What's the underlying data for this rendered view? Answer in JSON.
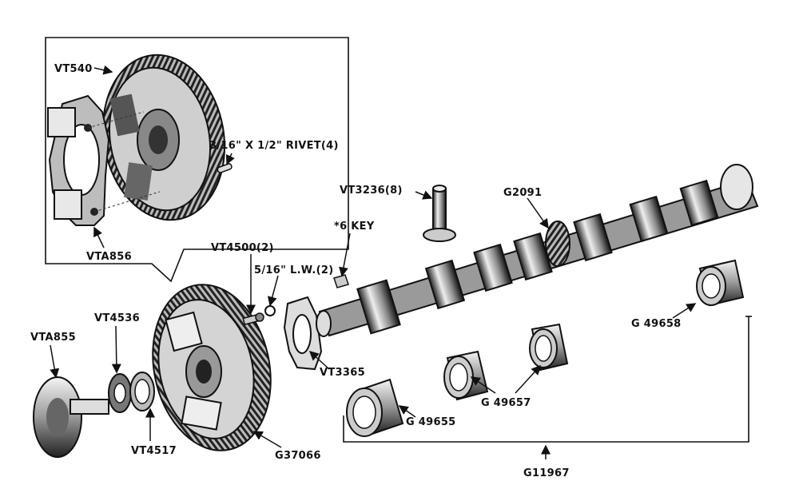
{
  "labels": {
    "vt540": "VT540",
    "rivet": "3/16\" X 1/2\" RIVET(4)",
    "vta856": "VTA856",
    "vt3236": "VT3236(8)",
    "g2091": "G2091",
    "key": "*6 KEY",
    "vt4500": "VT4500(2)",
    "lw": "5/16\" L.W.(2)",
    "vt4536": "VT4536",
    "vta855": "VTA855",
    "vt3365": "VT3365",
    "g49658": "G 49658",
    "g49657": "G 49657",
    "g49655": "G 49655",
    "vt4517": "VT4517",
    "g37066": "G37066",
    "g11967": "G11967"
  }
}
